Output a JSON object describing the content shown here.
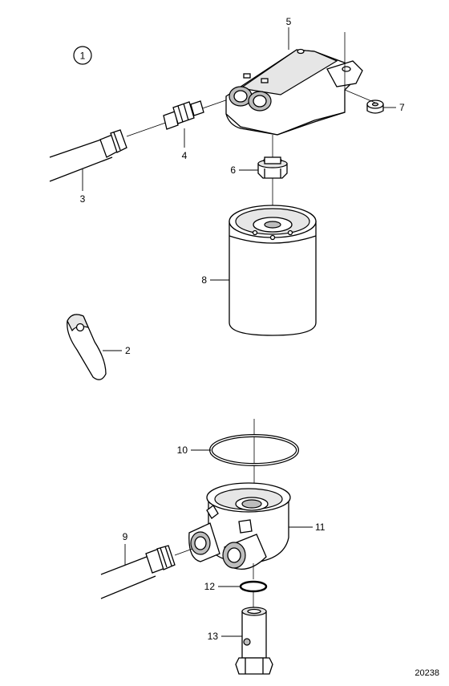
{
  "view_marker": "1",
  "drawing_number": "20238",
  "callouts": {
    "c2": "2",
    "c3": "3",
    "c4": "4",
    "c5": "5",
    "c6": "6",
    "c7": "7",
    "c8": "8",
    "c9": "9",
    "c10": "10",
    "c11": "11",
    "c12": "12",
    "c13": "13"
  }
}
